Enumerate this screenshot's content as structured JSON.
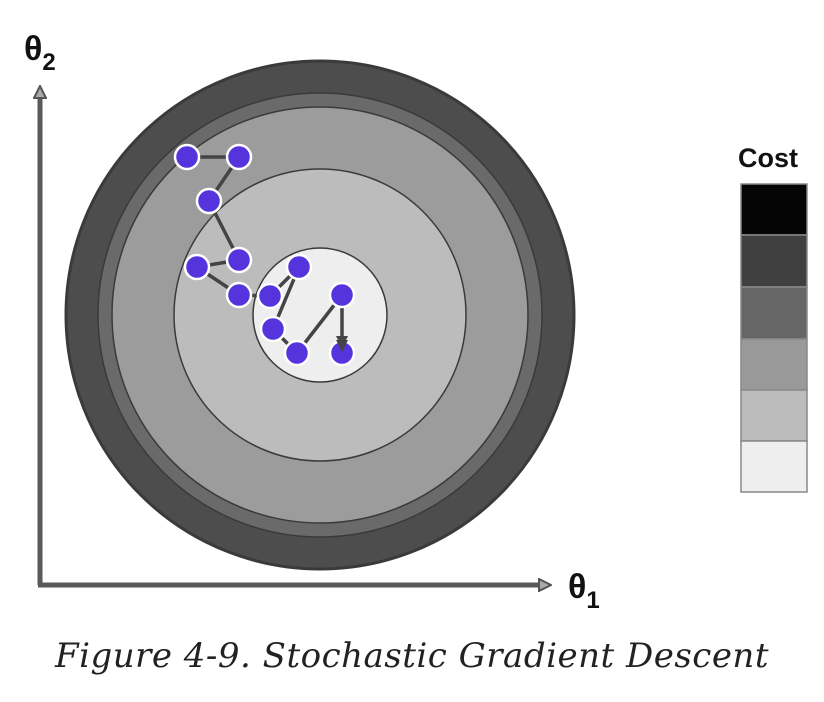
{
  "axes": {
    "y_label": "θ",
    "y_sub": "2",
    "x_label": "θ",
    "x_sub": "1"
  },
  "legend": {
    "title": "Cost",
    "swatches": [
      "#050505",
      "#404040",
      "#666666",
      "#999999",
      "#bcbcbc",
      "#eeeeee"
    ]
  },
  "contours": {
    "fills": [
      "#4d4d4d",
      "#6a6a6a",
      "#9c9c9c",
      "#bcbcbc",
      "#eeeeee"
    ]
  },
  "path": {
    "color": "#5533dd",
    "line_color": "#444444"
  },
  "caption": "Figure 4-9. Stochastic Gradient Descent"
}
